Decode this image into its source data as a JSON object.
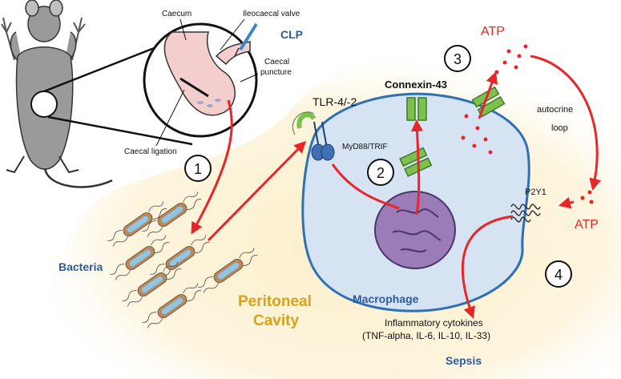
{
  "labels": {
    "caecum": "Caecum",
    "ileocaecal_valve": "Ileocaecal valve",
    "clp": "CLP",
    "caecal_puncture_line1": "Caecal",
    "caecal_puncture_line2": "puncture",
    "caecal_ligation": "Caecal ligation",
    "tlr": "TLR-4/-2",
    "myd88": "MyD88/TRIF",
    "connexin": "Connexin-43",
    "atp_top": "ATP",
    "atp_right": "ATP",
    "autocrine_line1": "autocrine",
    "autocrine_line2": "loop",
    "p2y1": "P2Y1",
    "bacteria": "Bacteria",
    "macrophage": "Macrophage",
    "peritoneal_line1": "Peritoneal",
    "peritoneal_line2": "Cavity",
    "cytokines_line1": "Inflammatory cytokines",
    "cytokines_line2": "(TNF-alpha, IL-6, IL-10, IL-33)",
    "sepsis": "Sepsis"
  },
  "steps": [
    "1",
    "2",
    "3",
    "4"
  ],
  "colors": {
    "red_arrow": "#e8252b",
    "title_blue": "#2a5d9c",
    "peritoneal_gold": "#d6a21c",
    "cell_fill": "#d6e3f3",
    "cell_border": "#2f6fb3",
    "cavity_fill": "#fbf0d2",
    "mouse_gray": "#9a9a9a",
    "connexin_green": "#7ec04d",
    "nucleus_purple": "#9b7bb8",
    "bacteria_blue": "#8ec7e6",
    "caecum_pink": "#f4cdcd"
  }
}
